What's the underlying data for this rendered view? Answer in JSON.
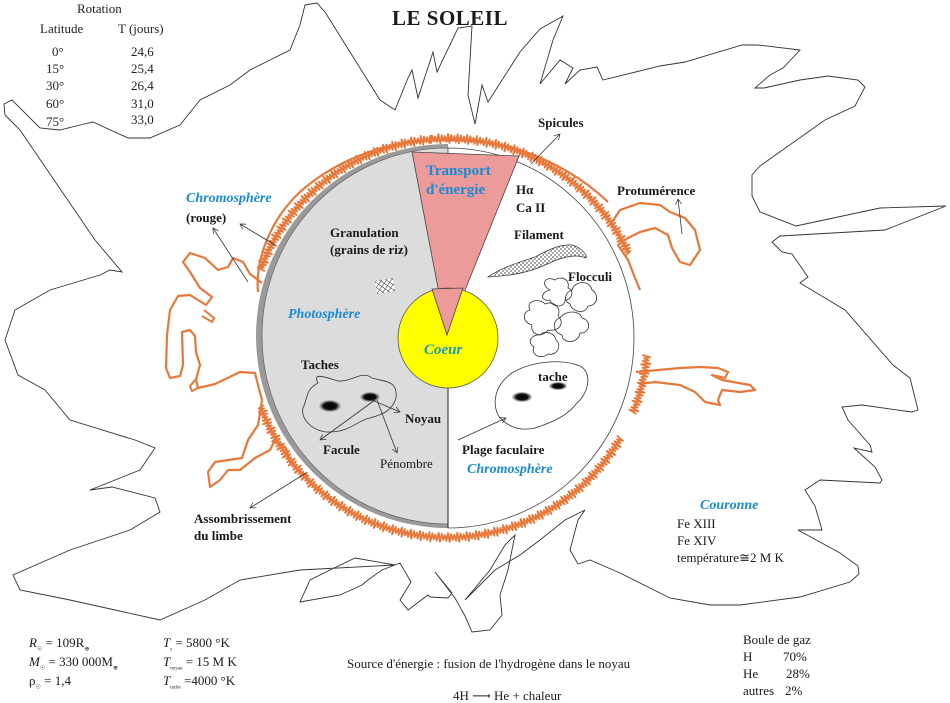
{
  "title": "LE SOLEIL",
  "rotation_table": {
    "heading": "Rotation",
    "col_latitude": "Latitude",
    "col_period": "T (jours)",
    "rows": [
      {
        "latitude": "0°",
        "period": "24,6"
      },
      {
        "latitude": "15°",
        "period": "25,4"
      },
      {
        "latitude": "30°",
        "period": "26,4"
      },
      {
        "latitude": "60°",
        "period": "31,0"
      },
      {
        "latitude": "75°",
        "period": "33,0"
      }
    ]
  },
  "labels": {
    "spicules": "Spicules",
    "transport_line1": "Transport",
    "transport_line2": "d'énergie",
    "h_alpha": "Hα",
    "ca_ii": "Ca II",
    "protuberance": "Protumérence",
    "chromosphere_left": "Chromosphère",
    "rouge": "(rouge)",
    "granulation_line1": "Granulation",
    "granulation_line2": "(grains de riz)",
    "filament": "Filament",
    "flocculi": "Flocculi",
    "photosphere": "Photosphère",
    "coeur": "Coeur",
    "taches": "Taches",
    "tache": "tache",
    "noyau": "Noyau",
    "facule": "Facule",
    "penombre": "Pénombre",
    "plage_faculaire": "Plage faculaire",
    "chromosphere_right": "Chromosphère",
    "assombrissement_line1": "Assombrissement",
    "assombrissement_line2": "du limbe"
  },
  "corona": {
    "heading": "Couronne",
    "lines": [
      "Fe XIII",
      "Fe XIV",
      "température≅2 M K"
    ]
  },
  "constants_left": [
    {
      "symbol": "R",
      "sub": "☉",
      "value": " = 109R",
      "sub2": "⊕"
    },
    {
      "symbol": "M",
      "sub": "☉",
      "value": " = 330 000M",
      "sub2": "⊕"
    },
    {
      "symbol": "ρ",
      "sub": "☉",
      "value": " = 1,4",
      "sub2": ""
    }
  ],
  "constants_right": [
    {
      "symbol": "T",
      "sub": "s",
      "value": " = 5800 °K"
    },
    {
      "symbol": "T",
      "sub": "noyau",
      "value": " = 15 M K"
    },
    {
      "symbol": "T",
      "sub": "tache",
      "value": " =4000 °K"
    }
  ],
  "energy": {
    "source": "Source d'énergie : fusion de l'hydrogène dans le noyau",
    "reaction_left": "4H",
    "reaction_arrow": "⟶",
    "reaction_right": "He + chaleur"
  },
  "composition": {
    "heading": "Boule de gaz",
    "rows": [
      {
        "element": "H",
        "percent": "70%"
      },
      {
        "element": "He",
        "percent": "28%"
      },
      {
        "element": "autres",
        "percent": "2%"
      }
    ]
  },
  "colors": {
    "chromosphere_orange": "#e8773a",
    "photosphere_gray": "#dcdcdc",
    "limb_gray": "#9a9a9a",
    "core_yellow": "#ffff00",
    "transport_pink": "#ec9a9a",
    "label_blue": "#1a8ad4"
  }
}
